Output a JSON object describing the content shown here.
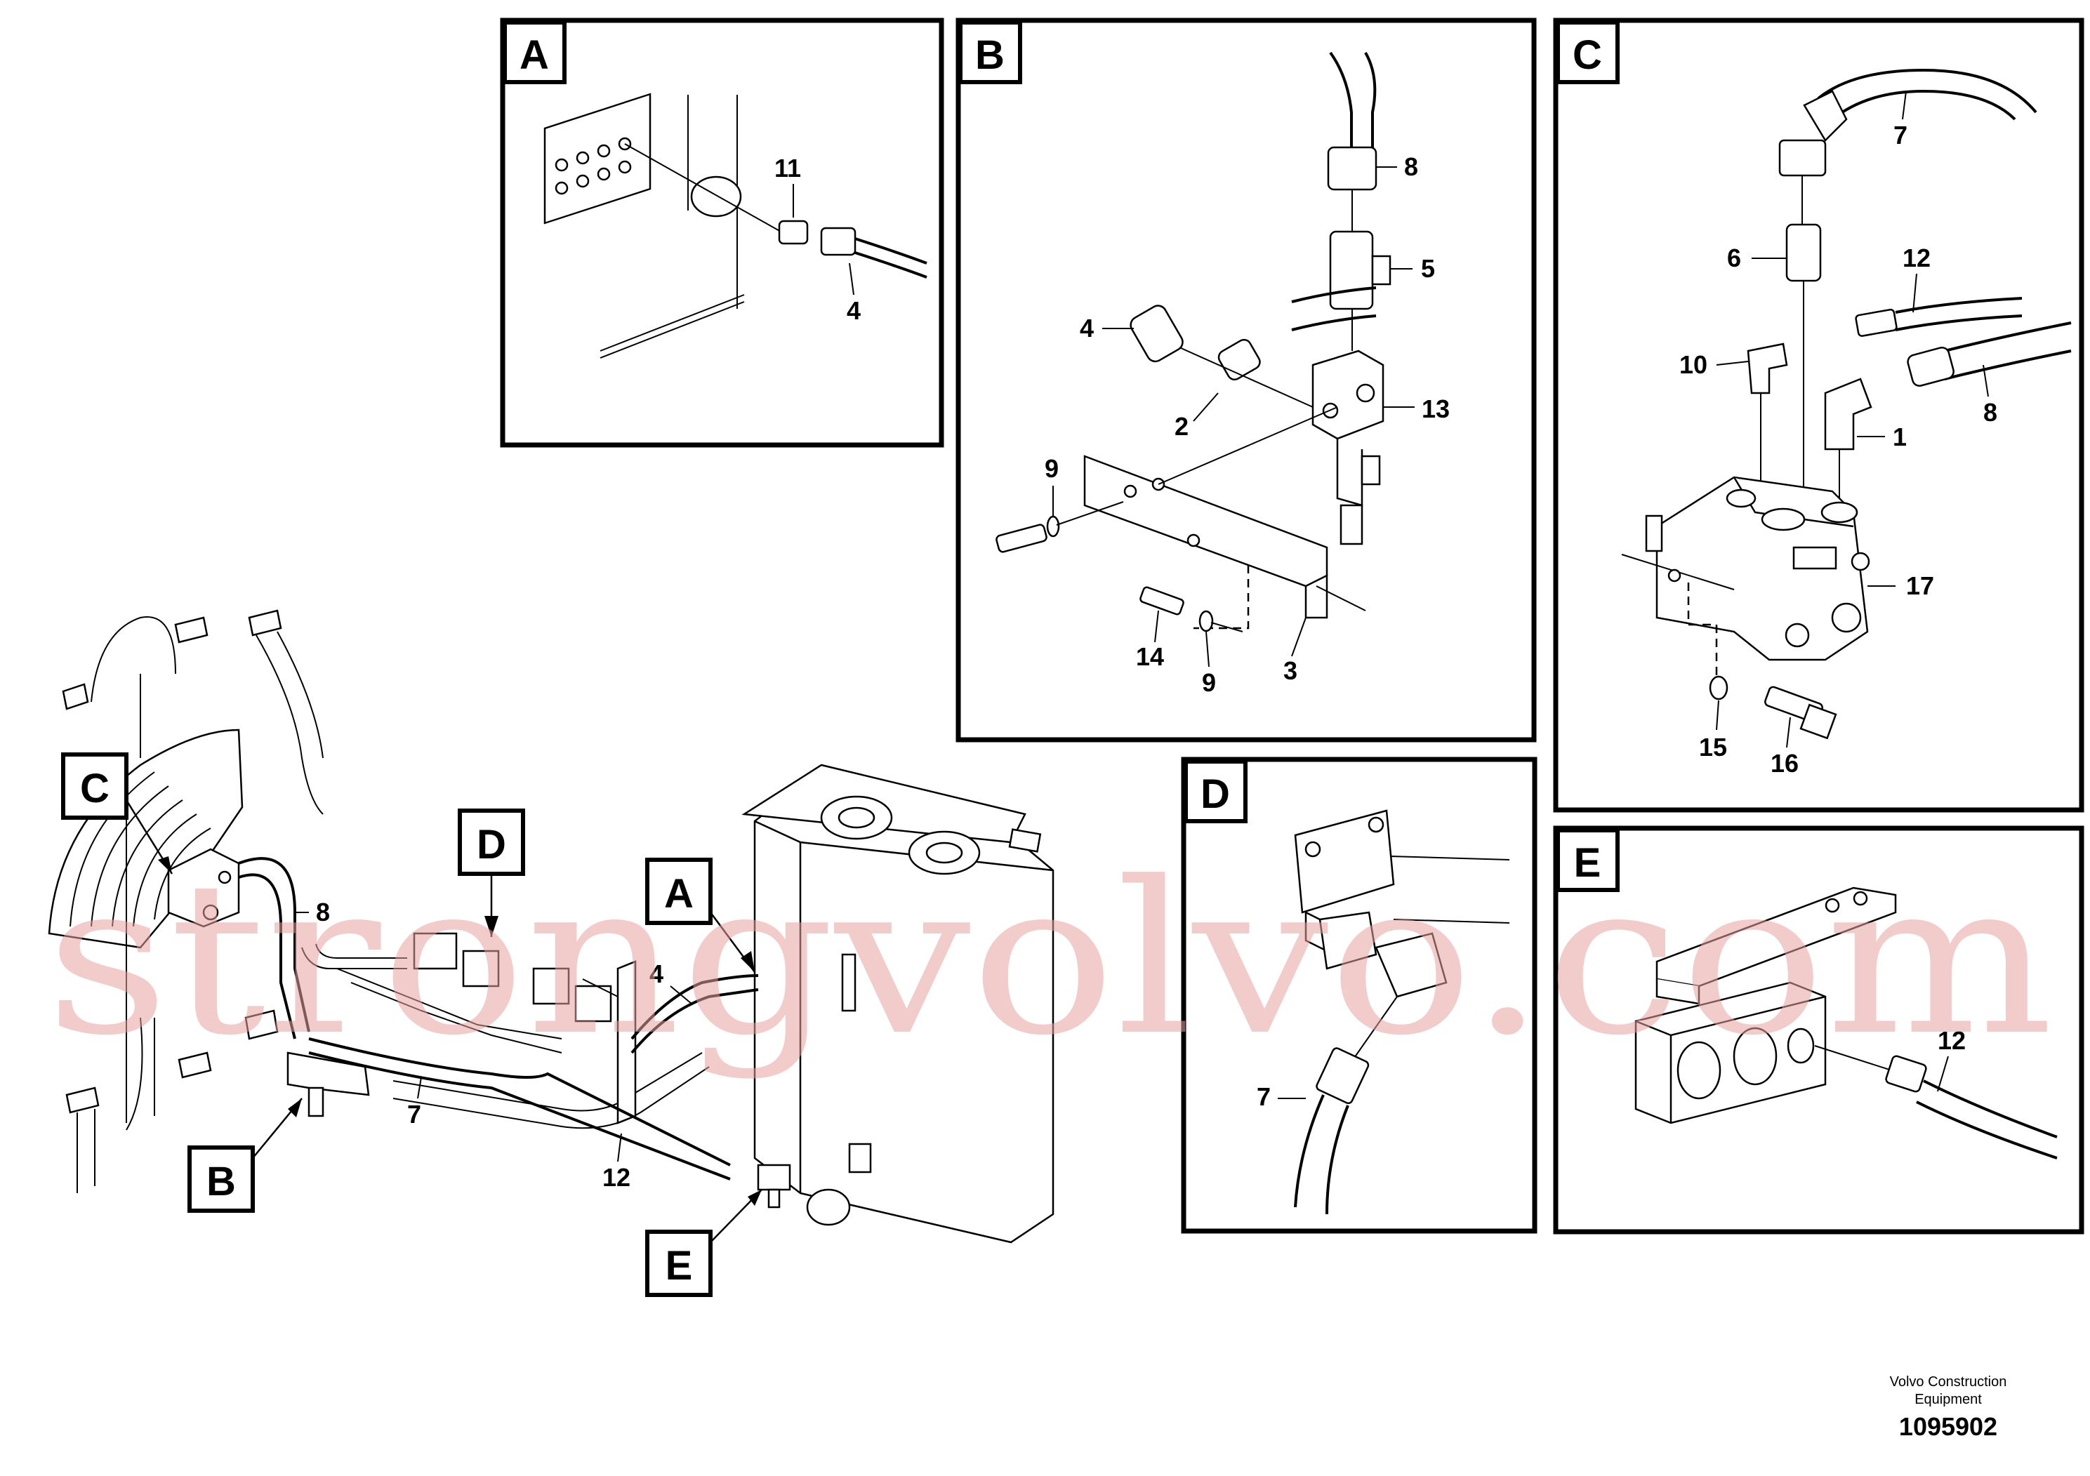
{
  "panels": {
    "A": {
      "letter": "A",
      "callouts": [
        "11",
        "4"
      ]
    },
    "B": {
      "letter": "B",
      "callouts": [
        "8",
        "5",
        "4",
        "13",
        "2",
        "9",
        "14",
        "9",
        "3"
      ]
    },
    "C": {
      "letter": "C",
      "callouts": [
        "7",
        "6",
        "12",
        "10",
        "8",
        "1",
        "17",
        "15",
        "16"
      ]
    },
    "D": {
      "letter": "D",
      "callouts": [
        "7"
      ]
    },
    "E": {
      "letter": "E",
      "callouts": [
        "12"
      ]
    }
  },
  "main": {
    "markers": [
      "C",
      "D",
      "A",
      "B",
      "E"
    ],
    "callouts": [
      "8",
      "4",
      "7",
      "12"
    ]
  },
  "watermark": "strongvolvo.com",
  "footer": {
    "brand_line1": "Volvo Construction",
    "brand_line2": "Equipment",
    "drawing_number": "1095902"
  },
  "colors": {
    "line": "#000000",
    "watermark": "#e8a0a0",
    "background": "#ffffff"
  }
}
